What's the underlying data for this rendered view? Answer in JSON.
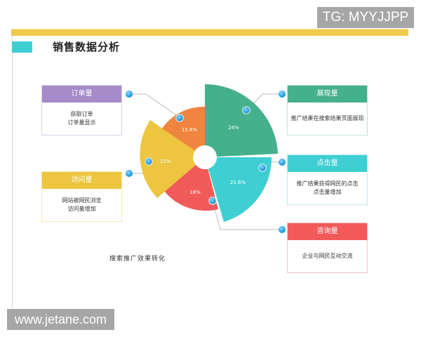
{
  "watermarks": {
    "top": "TG: MYYJJPP",
    "bottom": "www.jetane.com"
  },
  "header": {
    "title": "销售数据分析",
    "bar_color": "#f2c94c",
    "accent_color": "#3fcfd3"
  },
  "caption": "搜索推广效果转化",
  "cards": [
    {
      "id": "orders",
      "title": "订单量",
      "body": "获取订单\n订单量显示",
      "color": "#a58bc9"
    },
    {
      "id": "visits",
      "title": "访问量",
      "body": "网站被网民浏览\n访问量增加",
      "color": "#edc53f"
    },
    {
      "id": "impressions",
      "title": "展现量",
      "body": "推广结果在搜索结果页面展现",
      "color": "#45b08c"
    },
    {
      "id": "clicks",
      "title": "点击量",
      "body": "推广结果获得网民的点击\n点击量增加",
      "color": "#3fcfd3"
    },
    {
      "id": "inquiries",
      "title": "咨询量",
      "body": "企业与网民互动交流",
      "color": "#f25a5a"
    }
  ],
  "chart_data": {
    "type": "pie",
    "subtype": "rose / variable-radius donut",
    "title": "销售数据分析",
    "caption": "搜索推广效果转化",
    "categories": [
      "展现量",
      "点击量",
      "咨询量",
      "访问量",
      "订单量"
    ],
    "values": [
      24,
      21.6,
      18,
      21,
      15.6
    ],
    "labels": [
      "24%",
      "21.6%",
      "18%",
      "21%",
      "15.6%"
    ],
    "colors": [
      "#45b08c",
      "#3fcfd3",
      "#f25a5a",
      "#edc53f",
      "#f0853f"
    ],
    "unit": "%"
  }
}
